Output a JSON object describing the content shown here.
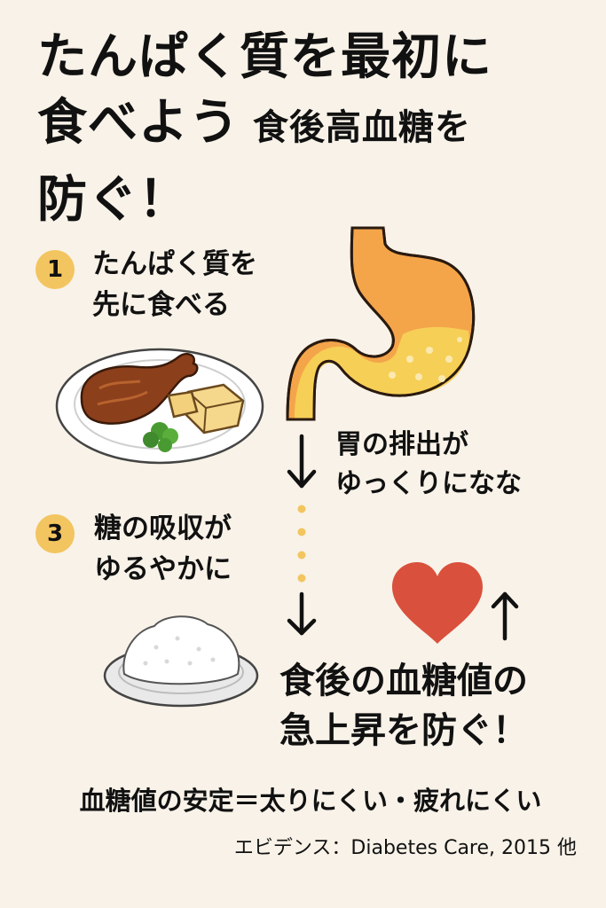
{
  "title": {
    "line1": "たんぱく質を最初に",
    "line2a": "食べよう",
    "line2b": " 食後高血糖を",
    "line3": "防ぐ！"
  },
  "step1": {
    "number": "1",
    "text": "たんぱく質を\n先に食べる"
  },
  "step2": {
    "text": "胃の排出が\nゆっくりになな"
  },
  "step3": {
    "number": "3",
    "text": "糖の吸収が\nゆるやかに"
  },
  "result": {
    "text": "食後の血糖値の\n急上昇を防ぐ！"
  },
  "footer": {
    "text": "血糖値の安定＝太りにくい・疲れにくい"
  },
  "source": {
    "text": "エビデンス：Diabetes Care, 2015 他"
  },
  "icons": [
    "chicken-plate-icon",
    "stomach-icon",
    "arrow-down-icon",
    "rice-bowl-icon",
    "heart-icon",
    "arrow-up-icon"
  ],
  "colors": {
    "background": "#f8f2e8",
    "badge": "#f3c560",
    "stomach": "#f2a64a",
    "heart": "#d94e3b",
    "text": "#111111"
  }
}
